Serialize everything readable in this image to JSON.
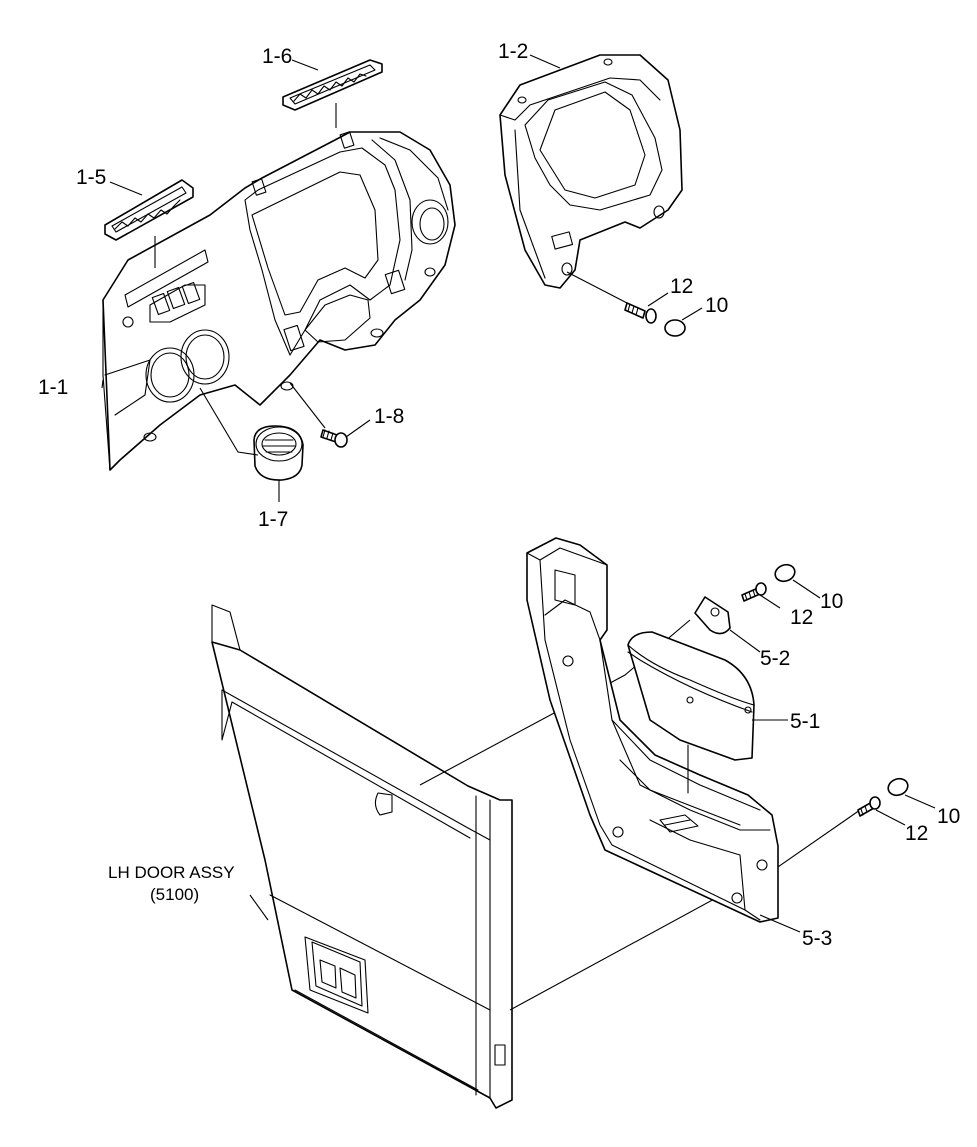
{
  "labels": {
    "p1_1": "1-1",
    "p1_2": "1-2",
    "p1_5": "1-5",
    "p1_6": "1-6",
    "p1_7": "1-7",
    "p1_8": "1-8",
    "p12_a": "12",
    "p10_a": "10",
    "p12_b": "12",
    "p10_b": "10",
    "p12_c": "12",
    "p10_c": "10",
    "p5_1": "5-1",
    "p5_2": "5-2",
    "p5_3": "5-3",
    "door_line1": "LH DOOR ASSY",
    "door_line2": "(5100)"
  }
}
